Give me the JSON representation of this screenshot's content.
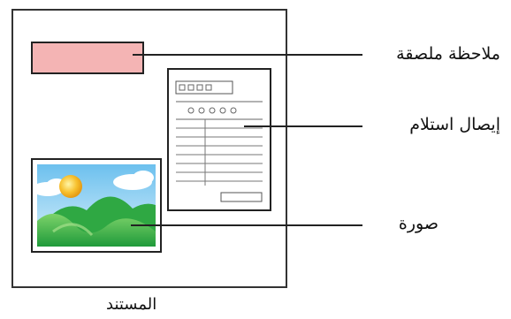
{
  "labels": {
    "sticky_note": "ملاحظة ملصقة",
    "receipt": "إيصال استلام",
    "picture": "صورة",
    "document": "المستند"
  },
  "colors": {
    "sticky_note_fill": "#f4b4b4",
    "sky": "#9fd6f2",
    "sun": "#f7c12e",
    "hills": "#3db34a",
    "outline": "#222222"
  }
}
